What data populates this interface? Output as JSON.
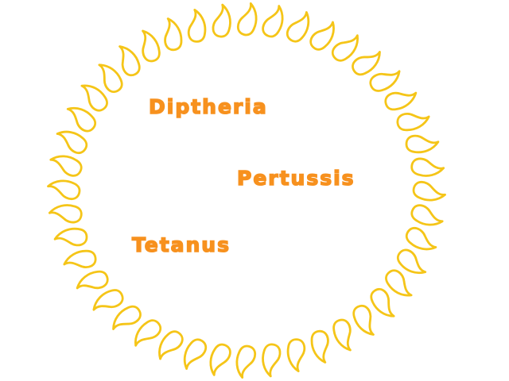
{
  "colors": {
    "text": "#f7911e",
    "ring": "#f5c518",
    "background": "#ffffff"
  },
  "words": {
    "diptheria": "Diptheria",
    "pertussis": "Pertussis",
    "tetanus": "Tetanus"
  },
  "decoration": {
    "ring_icon": "paisley-drop-icon",
    "drop_count": 44
  }
}
